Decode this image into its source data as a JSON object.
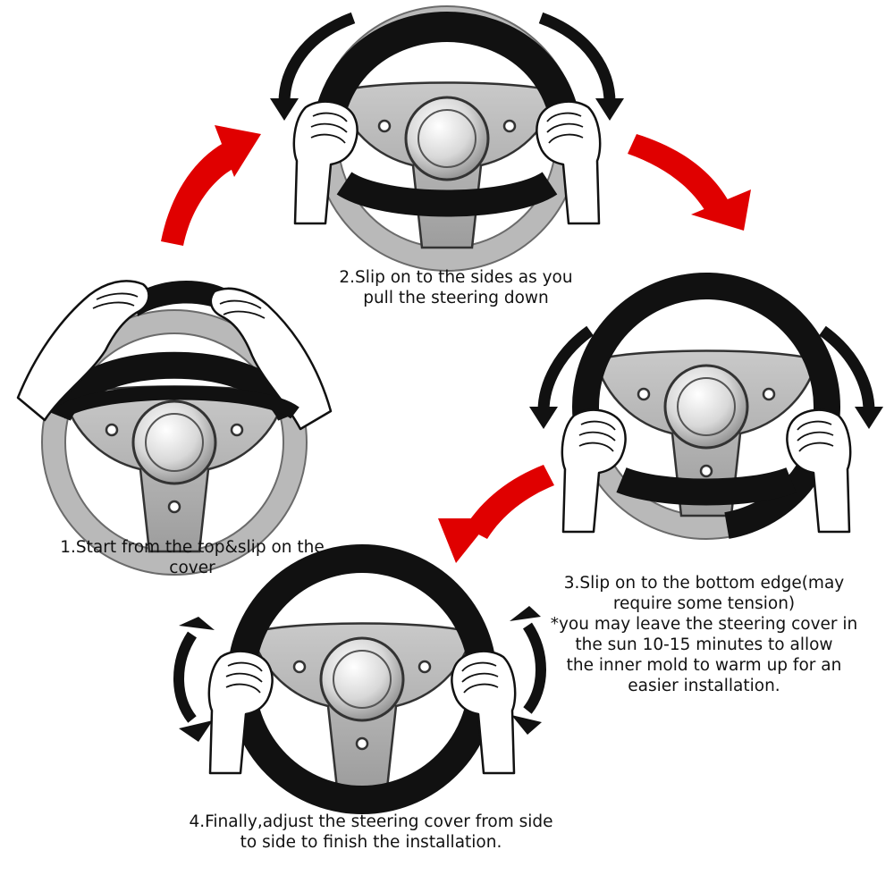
{
  "steps": [
    {
      "id": 1,
      "lines": [
        "1.Start from the top&slip on the",
        "cover"
      ]
    },
    {
      "id": 2,
      "lines": [
        "2.Slip on to the sides as you",
        "pull the steering down"
      ]
    },
    {
      "id": 3,
      "lines": [
        "3.Slip on to the bottom edge(may",
        "require some tension)",
        "*you may leave the steering cover in",
        "the sun 10-15 minutes to allow",
        "the inner mold to warm up for an",
        "easier installation."
      ]
    },
    {
      "id": 4,
      "lines": [
        "4.Finally,adjust the steering cover from side",
        "to side to finish the installation."
      ]
    }
  ],
  "colors": {
    "flow_arrow": "#e00000",
    "cover": "#111111",
    "wheel": "#b9b9b9",
    "hub": "#d8d8d8"
  }
}
